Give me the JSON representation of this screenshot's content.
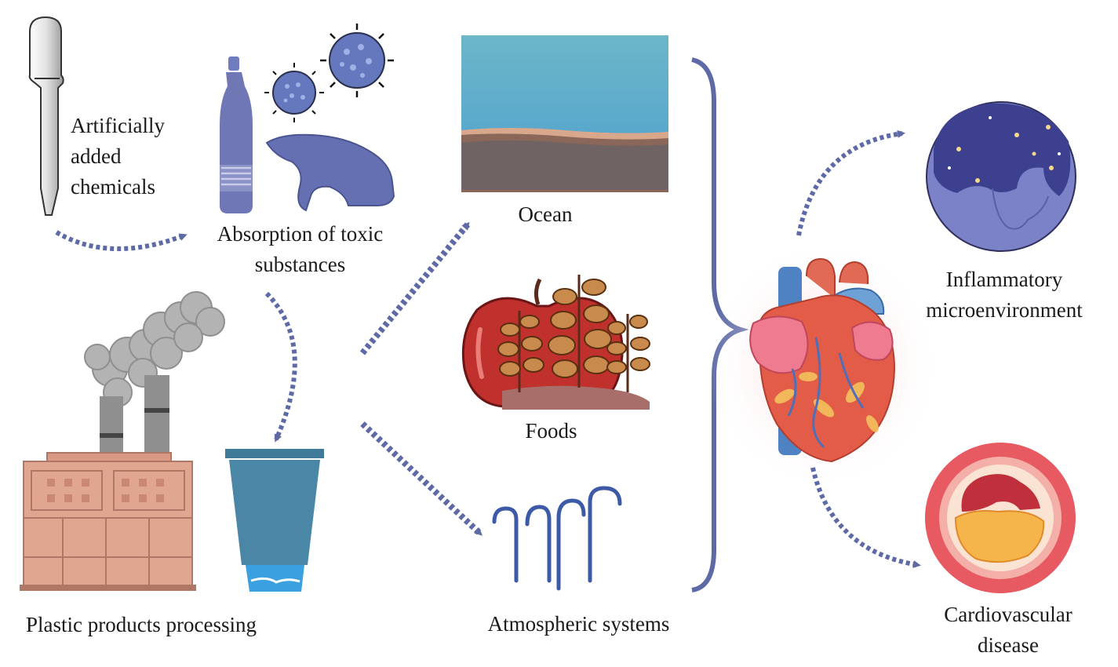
{
  "labels": {
    "artificial": [
      "Artificially",
      "added",
      "chemicals"
    ],
    "absorption": [
      "Absorption of toxic",
      "substances"
    ],
    "plastic": "Plastic products processing",
    "ocean": "Ocean",
    "foods": "Foods",
    "atmospheric": "Atmospheric systems",
    "inflammatory": [
      "Inflammatory",
      "microenvironment"
    ],
    "cardiovascular": [
      "Cardiovascular",
      "disease"
    ]
  },
  "colors": {
    "arrow": "#5d6aa6",
    "ocean": "#5fb0c9",
    "heart": "#d9473b",
    "plaque": "#f4b549"
  }
}
